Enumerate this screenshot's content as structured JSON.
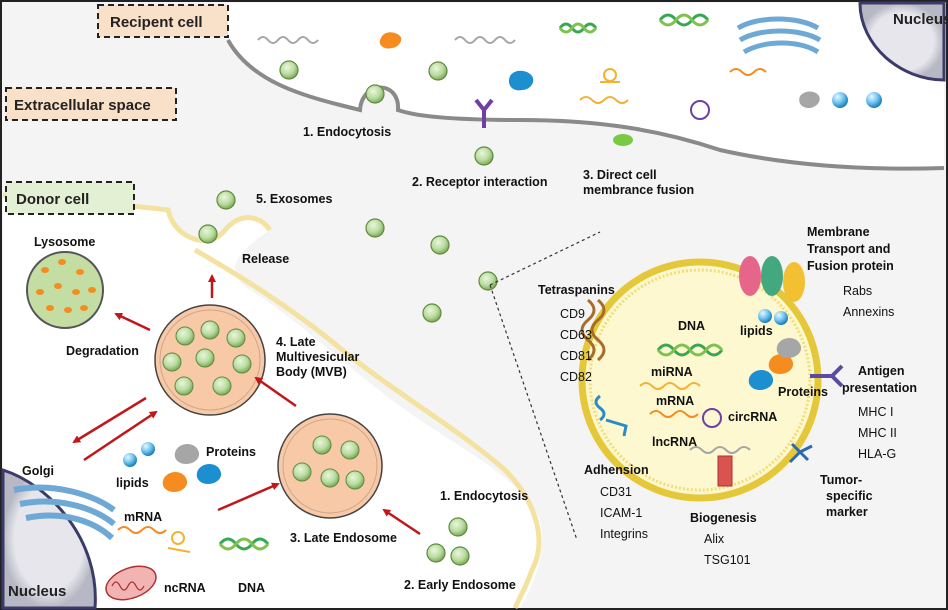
{
  "regions": {
    "recipient_cell": "Recipent cell",
    "extracellular_space": "Extracellular space",
    "donor_cell": "Donor cell",
    "nucleus_top": "Nucleus",
    "nucleus_bottom": "Nucleus"
  },
  "uptake": {
    "endocytosis": "1. Endocytosis",
    "receptor": "2. Receptor interaction",
    "fusion_line1": "3. Direct cell",
    "fusion_line2": "membrance fusion"
  },
  "donor": {
    "exosomes": "5. Exosomes",
    "release": "Release",
    "lysosome": "Lysosome",
    "degradation": "Degradation",
    "mvb_line1": "4. Late",
    "mvb_line2": "Multivesicular",
    "mvb_line3": "Body (MVB)",
    "golgi": "Golgi",
    "lipids": "lipids",
    "proteins": "Proteins",
    "mrna": "mRNA",
    "ncrna": "ncRNA",
    "dna": "DNA",
    "late_endosome": "3. Late Endosome",
    "endocytosis": "1. Endocytosis",
    "early_endosome": "2. Early Endosome"
  },
  "exosome": {
    "tetraspanins": {
      "title": "Tetraspanins",
      "items": [
        "CD9",
        "CD63",
        "CD81",
        "CD82"
      ]
    },
    "membrane": {
      "line1": "Membrane",
      "line2": "Transport and",
      "line3": "Fusion protein",
      "items": [
        "Rabs",
        "Annexins"
      ]
    },
    "antigen": {
      "line1": "Antigen",
      "line2": "presentation",
      "items": [
        "MHC I",
        "MHC II",
        "HLA-G"
      ]
    },
    "adhension": {
      "title": "Adhension",
      "items": [
        "CD31",
        "ICAM-1",
        "Integrins"
      ]
    },
    "biogenesis": {
      "title": "Biogenesis",
      "items": [
        "Alix",
        "TSG101"
      ]
    },
    "tumor": {
      "line1": "Tumor-",
      "line2": "specific",
      "line3": "marker"
    },
    "cargo": {
      "dna": "DNA",
      "lipids": "lipids",
      "mirna": "miRNA",
      "mrna": "mRNA",
      "proteins": "Proteins",
      "circrna": "circRNA",
      "lncrna": "lncRNA"
    }
  },
  "colors": {
    "vesicle": "#b9dca0",
    "vesicle_ring": "#5e8a3e",
    "endosome": "#f8c9a6",
    "lysosome": "#c3dda3",
    "exosome_fill": "#fdf8cf",
    "exosome_ring": "#e5c73a",
    "orange": "#f68b1f",
    "cyan": "#2a9ad6",
    "red_arrow": "#c0171b",
    "membrane_gray": "#8a8a8a",
    "donor_membrane": "#f7ebb9"
  }
}
